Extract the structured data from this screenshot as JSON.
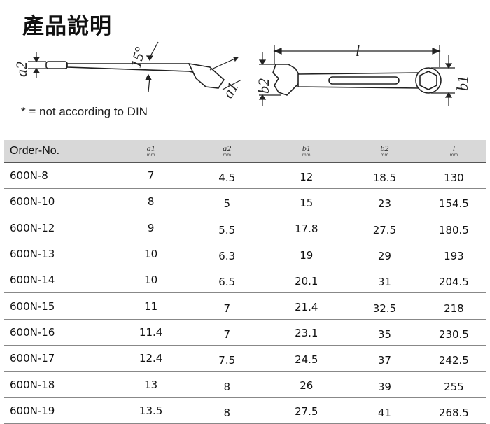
{
  "title": "產品說明",
  "note": "* = not according to DIN",
  "diagram": {
    "label_a2": "a2",
    "label_a1": "a1",
    "label_b2": "b2",
    "label_b1": "b1",
    "label_l": "l",
    "label_angle": "15°"
  },
  "table": {
    "headers": {
      "order": "Order-No.",
      "a1": "a1",
      "a2": "a2",
      "b1": "b1",
      "b2": "b2",
      "l": "l",
      "unit": "mm"
    },
    "rows": [
      {
        "order": "600N-8",
        "a1": "7",
        "a2": "4.5",
        "b1": "12",
        "b2": "18.5",
        "l": "130"
      },
      {
        "order": "600N-10",
        "a1": "8",
        "a2": "5",
        "b1": "15",
        "b2": "23",
        "l": "154.5"
      },
      {
        "order": "600N-12",
        "a1": "9",
        "a2": "5.5",
        "b1": "17.8",
        "b2": "27.5",
        "l": "180.5"
      },
      {
        "order": "600N-13",
        "a1": "10",
        "a2": "6.3",
        "b1": "19",
        "b2": "29",
        "l": "193"
      },
      {
        "order": "600N-14",
        "a1": "10",
        "a2": "6.5",
        "b1": "20.1",
        "b2": "31",
        "l": "204.5"
      },
      {
        "order": "600N-15",
        "a1": "11",
        "a2": "7",
        "b1": "21.4",
        "b2": "32.5",
        "l": "218"
      },
      {
        "order": "600N-16",
        "a1": "11.4",
        "a2": "7",
        "b1": "23.1",
        "b2": "35",
        "l": "230.5"
      },
      {
        "order": "600N-17",
        "a1": "12.4",
        "a2": "7.5",
        "b1": "24.5",
        "b2": "37",
        "l": "242.5"
      },
      {
        "order": "600N-18",
        "a1": "13",
        "a2": "8",
        "b1": "26",
        "b2": "39",
        "l": "255"
      },
      {
        "order": "600N-19",
        "a1": "13.5",
        "a2": "8",
        "b1": "27.5",
        "b2": "41",
        "l": "268.5"
      }
    ]
  }
}
